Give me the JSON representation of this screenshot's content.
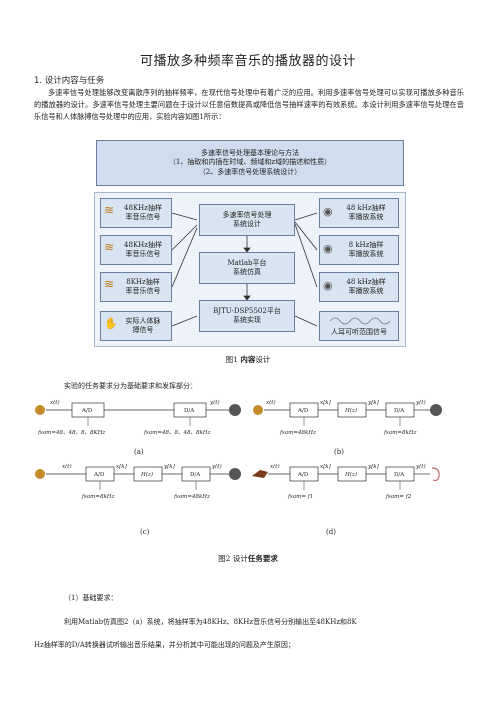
{
  "title": "可播放多种频率音乐的播放器的设计",
  "section1": "1.   设计内容与任务",
  "intro": "多速率信号处理能够改变离散序列的抽样频率，在现代信号处理中有着广泛的应用。利用多速率信号处理可以实现可播放多种音乐的播放器的设计。多速率信号处理主要问题在于设计以任意倍数提高或降低信号抽样速率的有效系统。本设计利用多速率信号处理在音乐信号和人体脉搏信号处理中的应用，实验内容如图1所示：",
  "diagram": {
    "top_line1": "多速率信号处理基本理论与方法",
    "top_line2": "（1、抽取和内插在时域、频域和z域的描述和性质）",
    "top_line3": "（2、多速率信号处理系统设计）",
    "left1": [
      "48KHz抽样",
      "率音乐信号"
    ],
    "left2": [
      "48KHz抽样",
      "率音乐信号"
    ],
    "left3": [
      "8KHz抽样",
      "率音乐信号"
    ],
    "left4": [
      "实际人体脉",
      "搏信号"
    ],
    "center1": [
      "多速率信号处理",
      "系统设计"
    ],
    "center2": [
      "Matlab平台",
      "系统仿真"
    ],
    "center3": [
      "BJTU-DSP5502平台",
      "系统实现"
    ],
    "right1": [
      "48 kHz抽样",
      "率播放系统"
    ],
    "right2": [
      "8 kHz抽样",
      "率播放系统"
    ],
    "right3": [
      "48 kHz抽样",
      "率播放系统"
    ],
    "right4": "人耳可听范围信号"
  },
  "fig1_caption_a": "图1 ",
  "fig1_caption_b": "内容",
  "fig1_caption_c": "设计",
  "tasks_intro": "实验的任务要求分为基础要求和发挥部分：",
  "fig2": {
    "ad": "A/D",
    "da": "D/A",
    "hz": "H(z)",
    "xt": "x(t)",
    "yt": "y(t)",
    "xk": "x[k]",
    "yk": "y[k]",
    "a_left": "fsam=48、48、8、8KHz",
    "a_right": "fsam=48、8、48、8kHz",
    "b_left": "fsam=48kHz",
    "b_right": "fsam=8kHz",
    "c_left": "fsam=8kHz",
    "c_right": "fsam=48kHz",
    "d_left": "fsam= f1",
    "d_right": "fsam= f2",
    "sub_a": "(a)",
    "sub_b": "(b)",
    "sub_c": "(c)",
    "sub_d": "(d)"
  },
  "fig2_caption_a": "图2 设计",
  "fig2_caption_b": "任务要求",
  "basic_req": "（1）基础要求：",
  "basic_text_1": "利用Matlab仿真图2（a）系统，将抽样率为48KHz、8KHz音乐信号分别输出至48KHz和8K",
  "basic_text_2": "Hz抽样率的D/A转换器试听输出音乐结果，并分析其中可能出现的问题及产生原因；"
}
